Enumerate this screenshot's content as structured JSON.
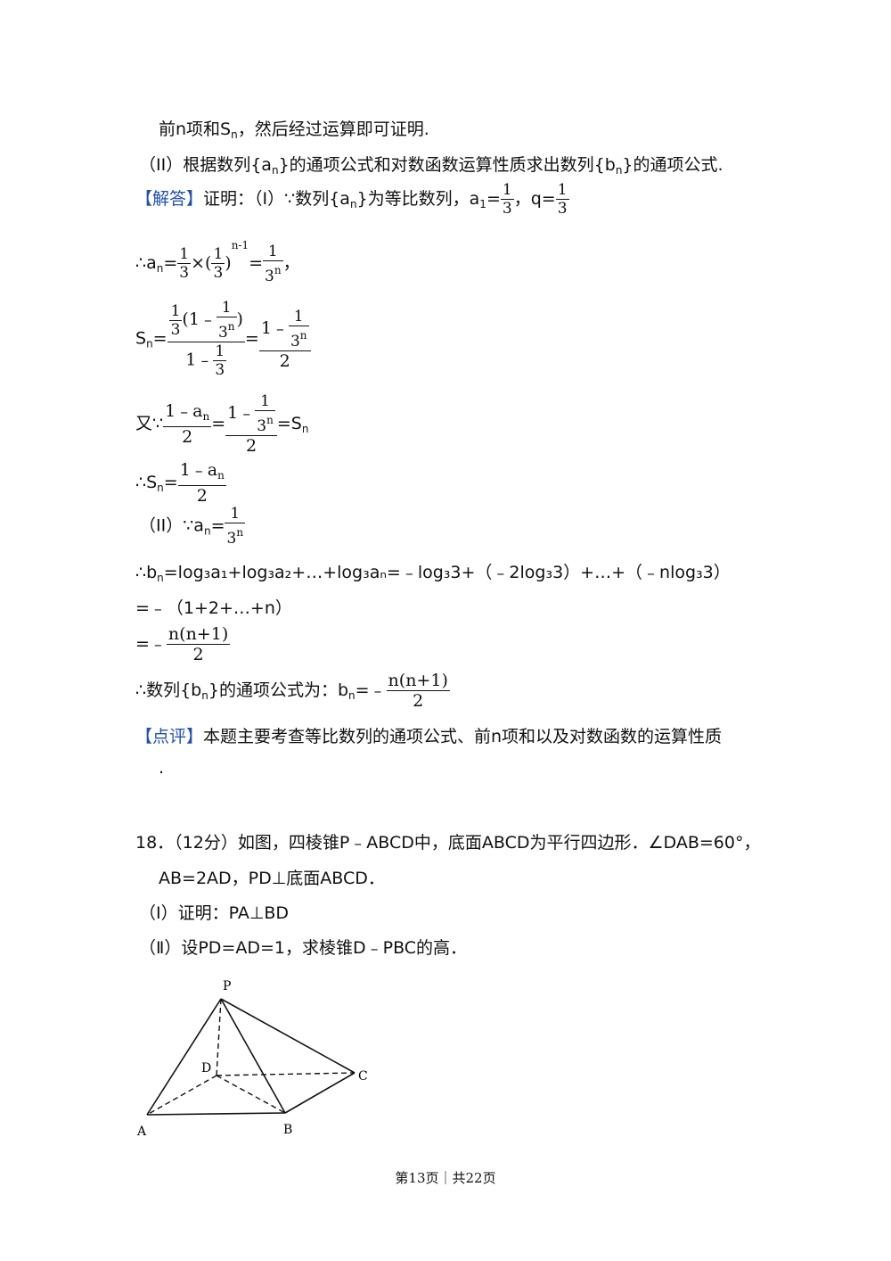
{
  "lines": {
    "l1_a": "前n项和S",
    "l1_b": "，然后经过运算即可证明.",
    "l2": "（II）根据数列{a",
    "l2_b": "}的通项公式和对数函数运算性质求出数列{b",
    "l2_c": "}的通项公式.",
    "jieda_tag": "【解答】",
    "l3": "证明：（I）∵数列{a",
    "l3_b": "}为等比数列，a",
    "q_label": "q=",
    "therefore_an": "∴a",
    "sn_label": "S",
    "you_because": "又∵",
    "therefore_sn": "∴S",
    "part2": "（II）∵a",
    "bn_line": "∴b",
    "bn_rest": "=log₃a₁+log₃a₂+…+log₃aₙ=﹣log₃3+（﹣2log₃3）+…+（﹣nlog₃3）",
    "eq_line1": "=﹣（1+2+…+n）",
    "eq_line2": "=﹣",
    "conclusion": "∴数列{b",
    "conclusion_b": "}的通项公式为：b",
    "conclusion_c": "=﹣",
    "dianping_tag": "【点评】",
    "dianping_text": "本题主要考查等比数列的通项公式、前n项和以及对数函数的运算性质",
    "dianping_dot": ".",
    "q18_line1": "18．（12分）如图，四棱锥P﹣ABCD中，底面ABCD为平行四边形．∠DAB=60°，",
    "q18_line2": "AB=2AD，PD⊥底面ABCD．",
    "q18_part1": "（Ⅰ）证明：PA⊥BD",
    "q18_part2": "（Ⅱ）设PD=AD=1，求棱锥D﹣PBC的高．"
  },
  "math": {
    "one": "1",
    "three": "3",
    "two": "2",
    "n": "n",
    "n_minus_1": "n-1",
    "one_minus": "1﹣",
    "one_minus_an": "1﹣a",
    "n_n_plus_1": "n(n+1)",
    "times": "×",
    "eq": "=",
    "comma": "，",
    "open_paren": "(",
    "close_paren": ")",
    "open_paren_one_minus": "(1﹣",
    "sub_1": "1",
    "eq_sn": "=S"
  },
  "figure": {
    "labels": {
      "P": "P",
      "D": "D",
      "C": "C",
      "A": "A",
      "B": "B"
    }
  },
  "footer": {
    "page": "第13页｜共22页"
  }
}
